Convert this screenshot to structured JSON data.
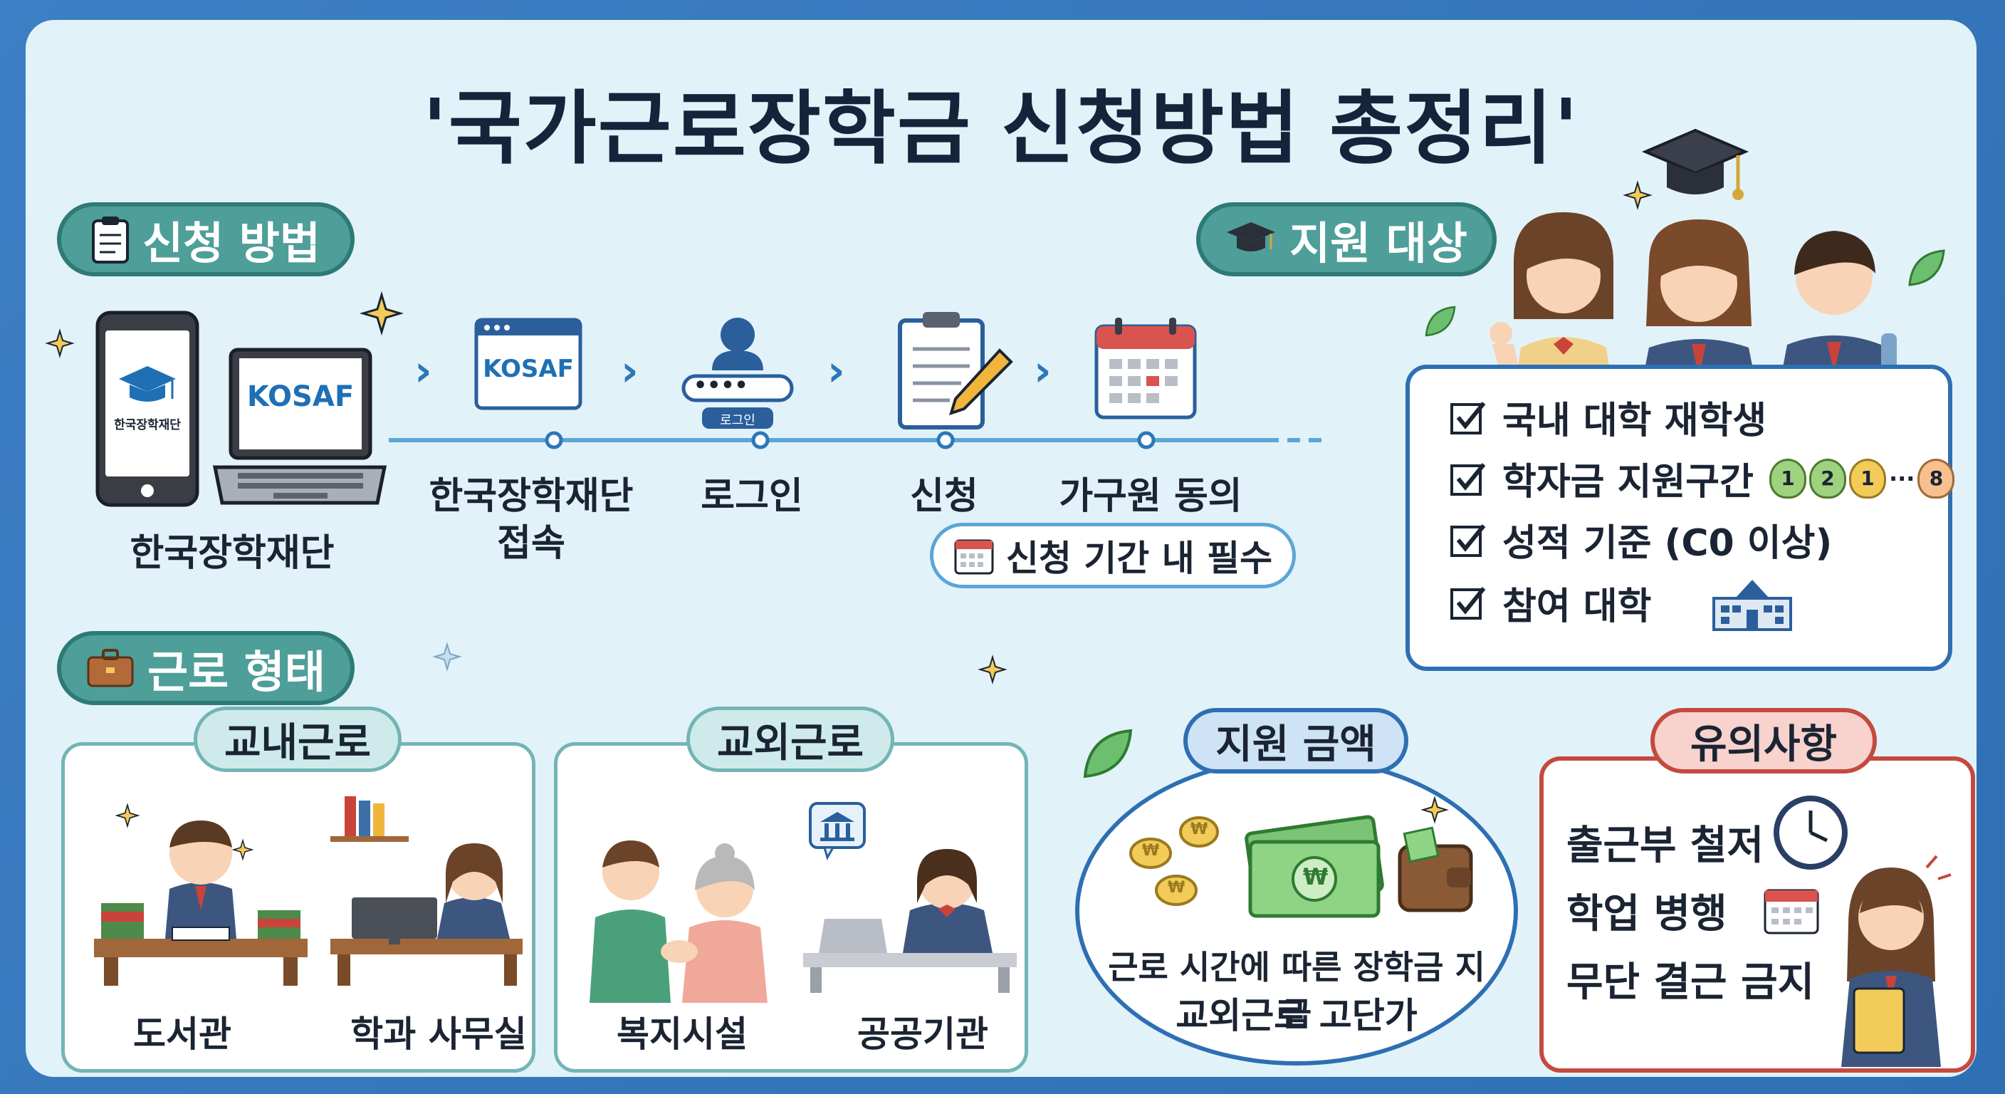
{
  "title": "'국가근로장학금 신청방법 총정리'",
  "apply": {
    "header": "신청 방법",
    "app_text": "한국장학재단",
    "laptop_text": "KOSAF",
    "browser_text": "KOSAF",
    "login_button": "로그인",
    "login_dots": "••••",
    "steps": [
      {
        "label": "한국장학재단"
      },
      {
        "label": "한국장학재단\n접속"
      },
      {
        "label": "로그인"
      },
      {
        "label": "신청"
      },
      {
        "label": "가구원 동의"
      }
    ],
    "note": "신청 기간 내 필수"
  },
  "eligibility": {
    "header": "지원 대상",
    "items": [
      {
        "text": "국내 대학 재학생"
      },
      {
        "text": "학자금 지원구간"
      },
      {
        "text": "성적 기준 (C0 이상)"
      },
      {
        "text": "참여 대학"
      }
    ],
    "bracket_badges": [
      "1",
      "2",
      "1",
      "8"
    ],
    "bracket_ellipsis": "···"
  },
  "work": {
    "header": "근로 형태",
    "oncampus": {
      "tag": "교내근로",
      "places": [
        "도서관",
        "학과 사무실"
      ]
    },
    "offcampus": {
      "tag": "교외근로",
      "places": [
        "복지시설",
        "공공기관"
      ]
    }
  },
  "amount": {
    "tag": "지원 금액",
    "line1": "근로 시간에 따른 장학금 지급",
    "line2": "교외근로 고단가",
    "coin_symbol": "₩"
  },
  "notice": {
    "tag": "유의사항",
    "items": [
      "출근부 철저",
      "학업 병행",
      "무단 결근 금지"
    ]
  },
  "colors": {
    "teal": "#4e9e99",
    "teal_dark": "#2d7a76",
    "blue_box": "#2e6fb3",
    "red_box": "#c44a3e",
    "accent_blue": "#1f6fb5"
  }
}
